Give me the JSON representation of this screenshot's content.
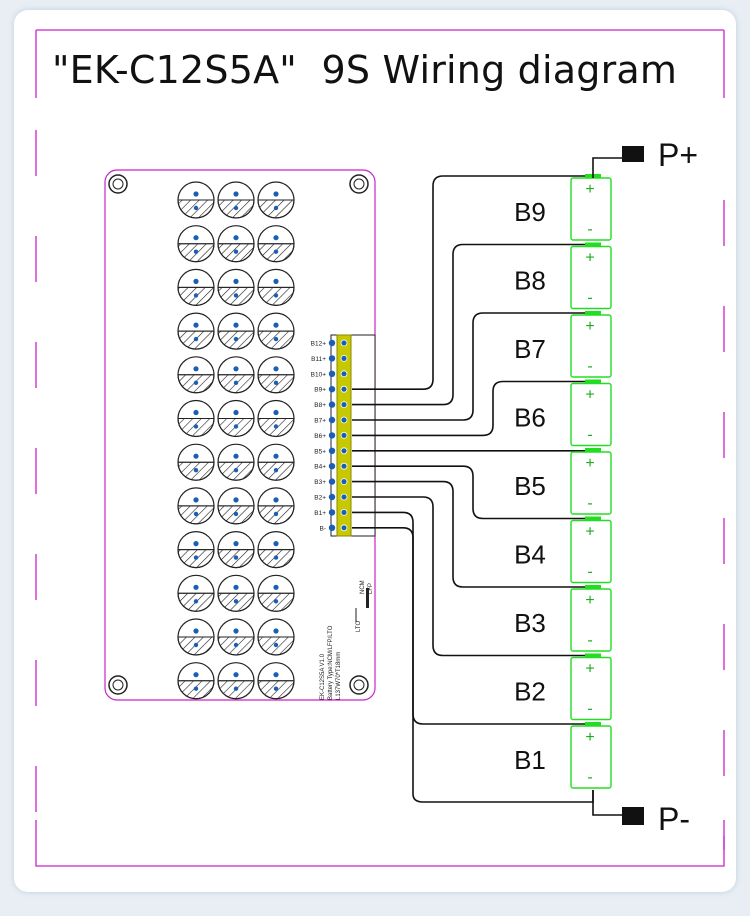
{
  "title": "\"EK-C12S5A\"  9S Wiring diagram",
  "terminals": {
    "positive": "P+",
    "negative": "P-"
  },
  "connector_labels": [
    "B12+",
    "B11+",
    "B10+",
    "B9+",
    "B8+",
    "B7+",
    "B6+",
    "B5+",
    "B4+",
    "B3+",
    "B2+",
    "B1+",
    "B-"
  ],
  "cell_labels": [
    "B9",
    "B8",
    "B7",
    "B6",
    "B5",
    "B4",
    "B3",
    "B2",
    "B1"
  ],
  "cell_polarity": {
    "plus": "+",
    "minus": "-"
  },
  "board_text": {
    "switch_upper": "NCM",
    "switch_lower": "LFP",
    "switch_alt": "LTO",
    "model_line1": "EK-C12S5A  V1.0",
    "model_line2": "Battery Type:NCM/LFP/LTO",
    "model_line3": "L137W70*T18mm"
  },
  "colors": {
    "border": "#cc22cc",
    "cell": "#22dd22",
    "connector": "#c8c800",
    "wire": "#111111",
    "dot": "#1a5fb4"
  }
}
